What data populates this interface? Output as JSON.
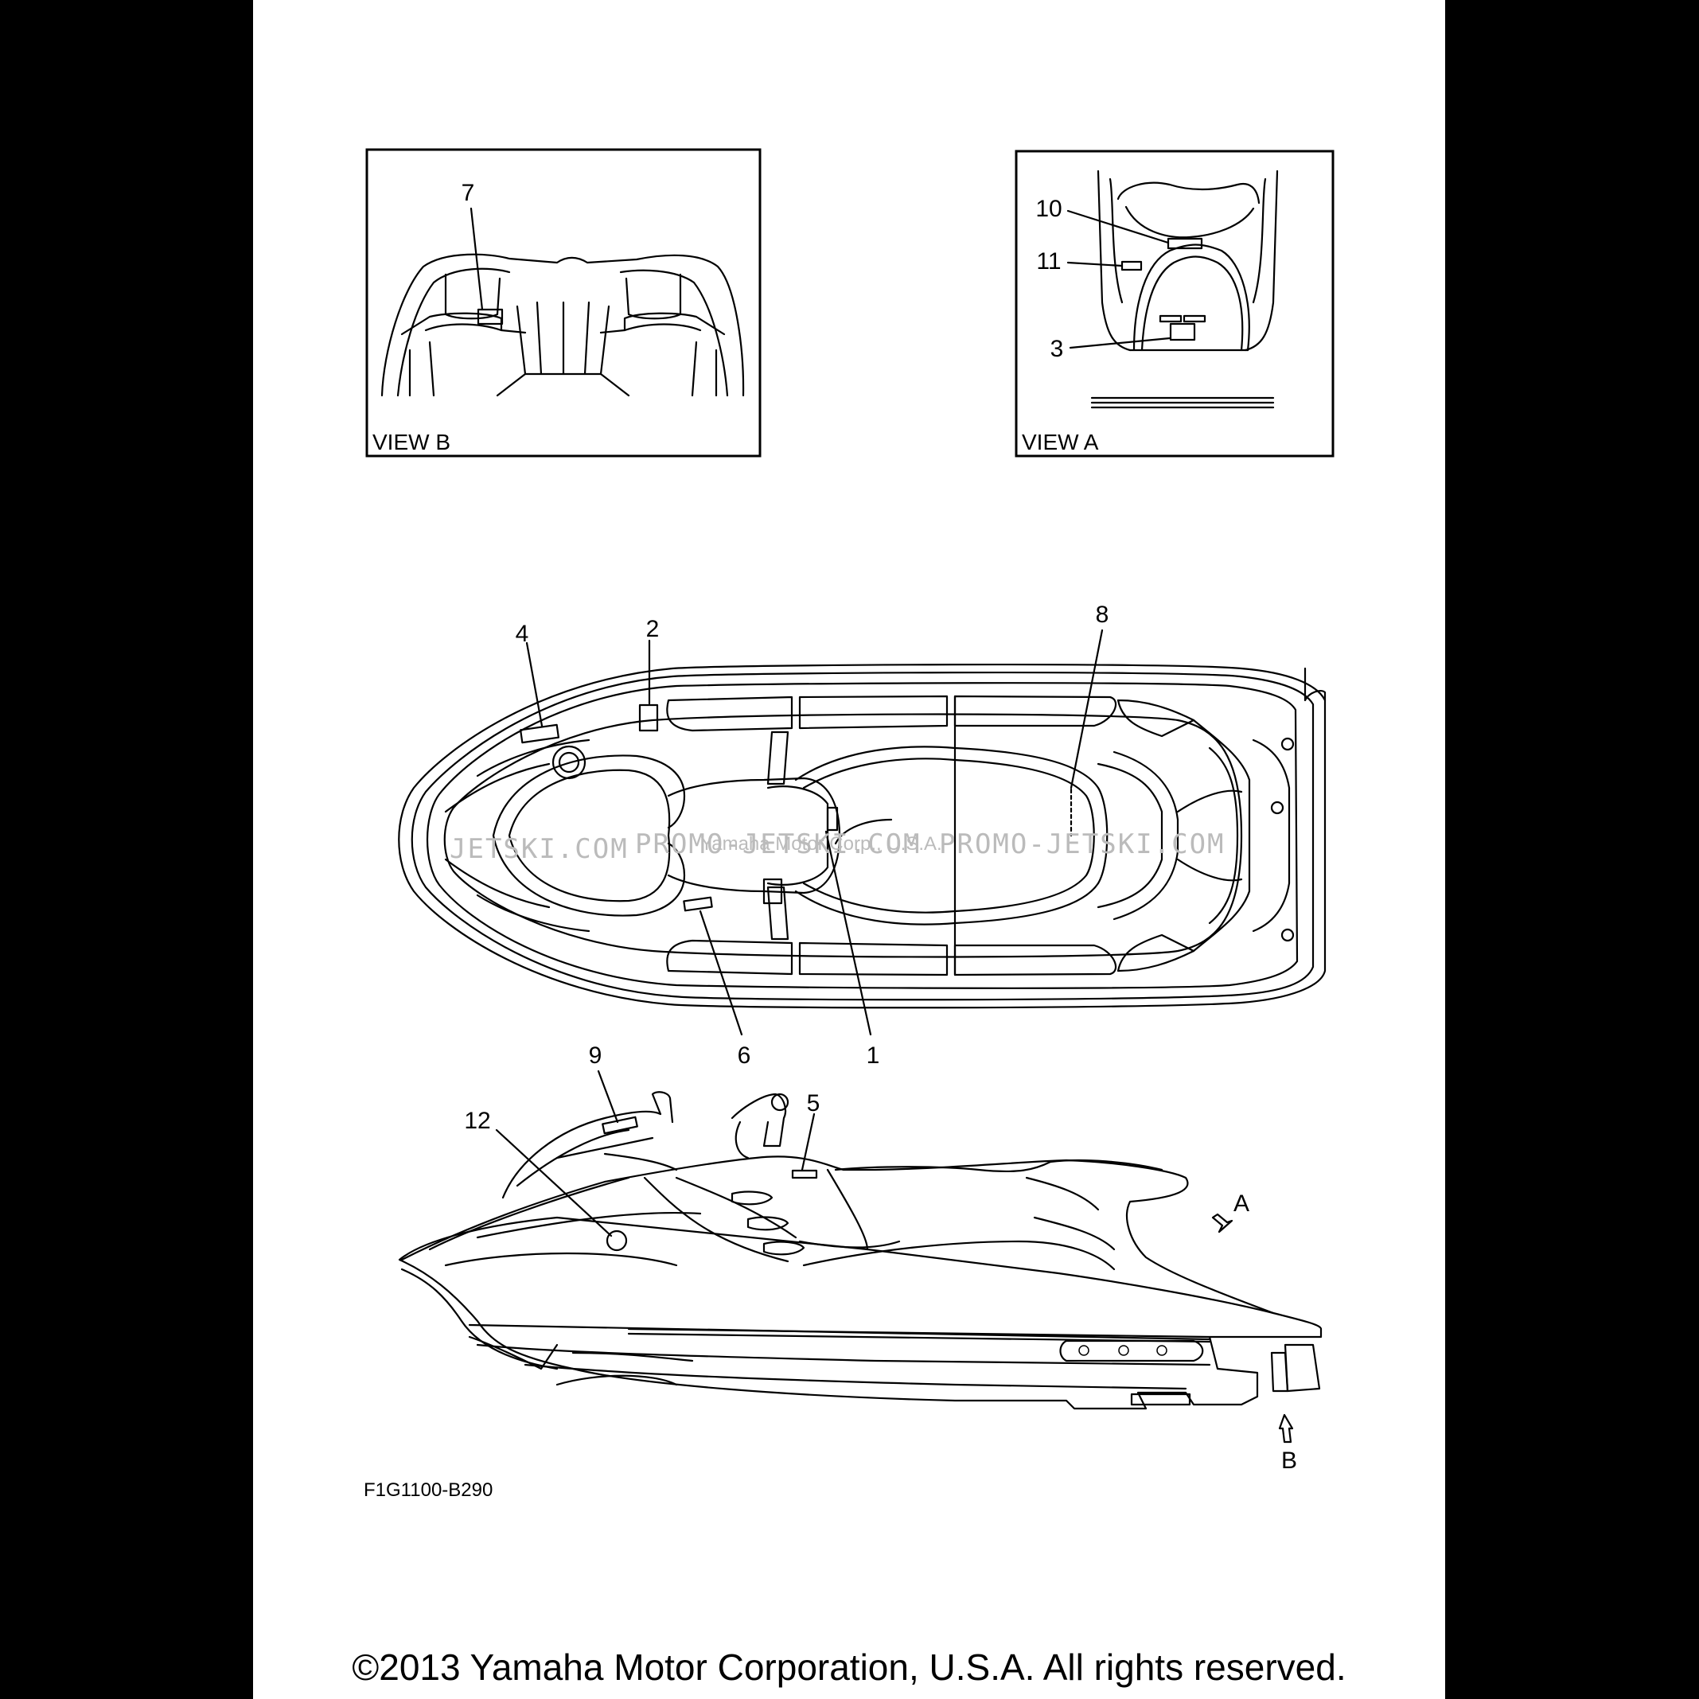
{
  "figure_code": "F1G1100-B290",
  "copyright": "©2013 Yamaha Motor Corporation, U.S.A. All rights reserved.",
  "watermark": {
    "left": "JETSKI.COM",
    "middle": "PROMO-JETSKI.COM",
    "right": "PROMO-JETSKI.COM",
    "overlay": "Yamaha Motor Corp., U.S.A."
  },
  "views": {
    "view_b": {
      "label": "VIEW B",
      "callouts": [
        "7"
      ]
    },
    "view_a": {
      "label": "VIEW A",
      "callouts": [
        "10",
        "11",
        "3"
      ]
    }
  },
  "top_view": {
    "callouts": [
      "4",
      "2",
      "8",
      "6",
      "1"
    ]
  },
  "side_view": {
    "callouts": [
      "9",
      "12",
      "5"
    ],
    "arrows": [
      "A",
      "B"
    ]
  }
}
